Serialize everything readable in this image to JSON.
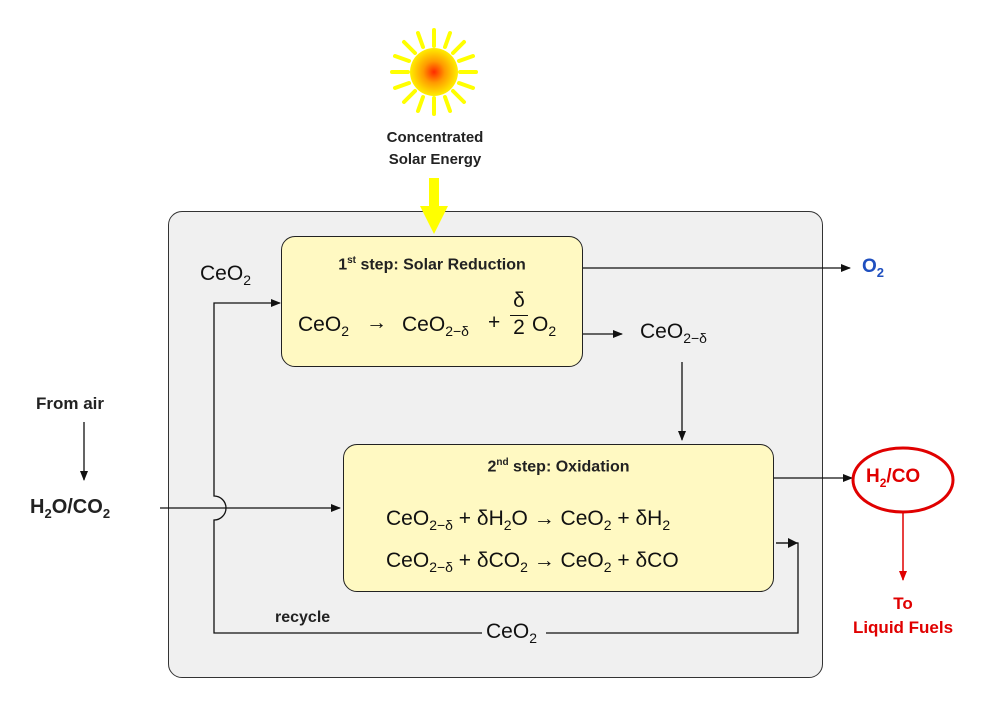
{
  "sun": {
    "label_line1": "Concentrated",
    "label_line2": "Solar Energy",
    "icon": "sun-icon"
  },
  "step1": {
    "title_prefix": "1",
    "title_sup": "st",
    "title_suffix": " step: Solar Reduction",
    "eq_lhs": "CeO",
    "eq_lhs_sub": "2",
    "eq_arrow": "→",
    "eq_prod": "CeO",
    "eq_prod_sub": "2−δ",
    "eq_plus": "+",
    "frac_num": "δ",
    "frac_den": "2",
    "eq_o": "O",
    "eq_o_sub": "2"
  },
  "step2": {
    "title_prefix": "2",
    "title_sup": "nd",
    "title_suffix": " step: Oxidation",
    "eq1": {
      "a": "CeO",
      "a_sub": "2−δ",
      "b": " + δH",
      "b_sub": "2",
      "c": "O → CeO",
      "c_sub": "2",
      "d": " + δH",
      "d_sub": "2"
    },
    "eq2": {
      "a": "CeO",
      "a_sub": "2−δ",
      "b": " + δCO",
      "b_sub": "2",
      "c": " → CeO",
      "c_sub": "2",
      "d": " + δCO"
    }
  },
  "labels": {
    "ceo2_in": "CeO",
    "ceo2_in_sub": "2",
    "o2": "O",
    "o2_sub": "2",
    "ceo2_delta": "CeO",
    "ceo2_delta_sub": "2−δ",
    "from_air": "From air",
    "h2o_co2_a": "H",
    "h2o_co2_a_sub": "2",
    "h2o_co2_b": "O/CO",
    "h2o_co2_b_sub": "2",
    "h2co_a": "H",
    "h2co_a_sub": "2",
    "h2co_b": "/CO",
    "to_line1": "To",
    "to_line2": "Liquid Fuels",
    "recycle": "recycle",
    "ceo2_recycle": "CeO",
    "ceo2_recycle_sub": "2"
  },
  "colors": {
    "o2_blue": "#1f4fbf",
    "product_red": "#e00000",
    "sun_yellow": "#ffff00",
    "box_fill": "#fff9c2",
    "panel_fill": "#f0f0f0"
  }
}
